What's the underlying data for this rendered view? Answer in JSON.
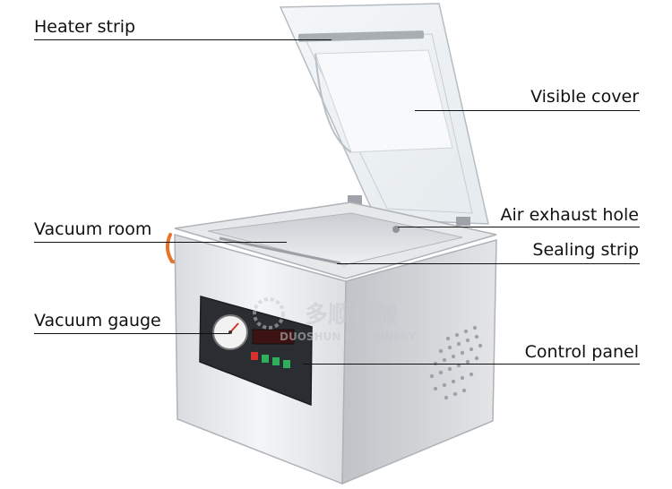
{
  "labels": {
    "heater_strip": "Heater strip",
    "visible_cover": "Visible cover",
    "air_exhaust_hole": "Air exhaust hole",
    "vacuum_room": "Vacuum room",
    "sealing_strip": "Sealing strip",
    "vacuum_gauge": "Vacuum gauge",
    "control_panel": "Control panel"
  },
  "watermark": {
    "chinese": "多顺机械",
    "english": "DUOSHUN MACHINERY"
  },
  "colors": {
    "steel_light": "#eef0f2",
    "steel_mid": "#d3d6da",
    "steel_dark": "#9ea3a9",
    "panel_dark": "#2a2d31",
    "handle_orange": "#e8742a",
    "led_green": "#2fae5b",
    "led_red": "#d8322c"
  }
}
